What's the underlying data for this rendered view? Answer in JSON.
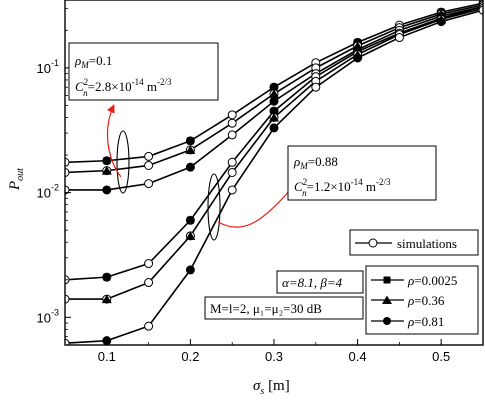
{
  "chart_data": {
    "type": "line",
    "xlabel_symbol": "σ",
    "xlabel_sub": "s",
    "xlabel_unit": " [m]",
    "ylabel_symbol": "P",
    "ylabel_sub": "out",
    "xlim": [
      0.05,
      0.55
    ],
    "ylim": [
      0.0006,
      0.35
    ],
    "y_scale": "log",
    "x_ticks": [
      "0.1",
      "0.2",
      "0.3",
      "0.4",
      "0.5"
    ],
    "y_ticks": [
      {
        "base": "10",
        "exp": "-3",
        "value": 0.001
      },
      {
        "base": "10",
        "exp": "-2",
        "value": 0.01
      },
      {
        "base": "10",
        "exp": "-1",
        "value": 0.1
      }
    ],
    "x": [
      0.05,
      0.1,
      0.15,
      0.2,
      0.25,
      0.3,
      0.35,
      0.4,
      0.45,
      0.5,
      0.55
    ],
    "legend": {
      "simulations": "simulations",
      "rho_symbol": "ρ",
      "entries": [
        "=0.0025",
        "=0.36",
        "=0.81"
      ],
      "params_line1": "α=8.1, β=4",
      "params_line2": "M=l=2, μ₁=μ₂=30 dB"
    },
    "annotations": {
      "top": {
        "rho": "ρ",
        "rho_sub": "M",
        "rho_val": "=0.1",
        "c": "C",
        "c_sup": "2",
        "c_sub": "n",
        "c_val": "=2.8×10",
        "c_exp": "-14",
        "c_unit": " m",
        "c_unit_exp": "-2/3"
      },
      "bottom": {
        "rho": "ρ",
        "rho_sub": "M",
        "rho_val": "=0.88",
        "c": "C",
        "c_sup": "2",
        "c_sub": "n",
        "c_val": "=1.2×10",
        "c_exp": "-14",
        "c_unit": " m",
        "c_unit_exp": "-2/3"
      }
    },
    "series": [
      {
        "group": "ρM=0.1",
        "rho": "0.0025",
        "marker": "square",
        "values": [
          0.0175,
          0.018,
          0.0195,
          0.026,
          0.042,
          0.07,
          0.11,
          0.16,
          0.22,
          0.28,
          0.33
        ]
      },
      {
        "group": "ρM=0.1",
        "rho": "0.36",
        "marker": "triangle",
        "values": [
          0.0145,
          0.015,
          0.0165,
          0.022,
          0.036,
          0.062,
          0.1,
          0.15,
          0.21,
          0.27,
          0.32
        ]
      },
      {
        "group": "ρM=0.1",
        "rho": "0.81",
        "marker": "circle",
        "values": [
          0.0105,
          0.0105,
          0.0118,
          0.016,
          0.029,
          0.054,
          0.09,
          0.14,
          0.2,
          0.26,
          0.31
        ]
      },
      {
        "group": "ρM=0.88",
        "rho": "0.0025",
        "marker": "square",
        "values": [
          0.002,
          0.0021,
          0.0027,
          0.006,
          0.0175,
          0.045,
          0.085,
          0.135,
          0.19,
          0.25,
          0.31
        ]
      },
      {
        "group": "ρM=0.88",
        "rho": "0.36",
        "marker": "triangle",
        "values": [
          0.0014,
          0.0014,
          0.0019,
          0.0045,
          0.0145,
          0.04,
          0.078,
          0.128,
          0.185,
          0.245,
          0.3
        ]
      },
      {
        "group": "ρM=0.88",
        "rho": "0.81",
        "marker": "circle",
        "values": [
          0.00062,
          0.00065,
          0.00085,
          0.0024,
          0.0105,
          0.033,
          0.07,
          0.12,
          0.175,
          0.235,
          0.29
        ]
      }
    ]
  }
}
